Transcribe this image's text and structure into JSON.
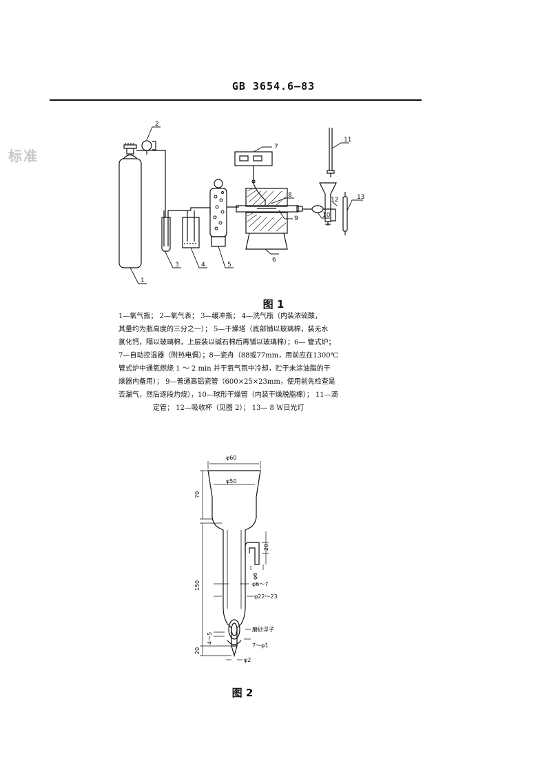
{
  "header": {
    "standard_no": "GB 3654.6—83"
  },
  "side_stamp": "标准",
  "figure1": {
    "caption": "图 1",
    "callouts": [
      "1",
      "2",
      "3",
      "4",
      "5",
      "6",
      "7",
      "8",
      "9",
      "10",
      "11",
      "12",
      "13"
    ],
    "legend_lines": [
      "1—氧气瓶； 2—氧气表； 3—缓冲瓶； 4—洗气瓶（内装浓硫酸，",
      "其量约为瓶高度的三分之一）； 5—干燥塔（底部铺以玻璃棉，装无水",
      "氯化钙，隔以玻璃棉，上层装以碱石棉后再铺以玻璃棉）；6— 管式炉；",
      "7—自动控温器（附热电偶）；8—瓷舟（88或77mm，用前应在1300℃",
      "管式炉中通氧燃烧 1 ～ 2 min 并于氧气氛中冷却，贮于未涂油脂的干",
      "燥器内备用）； 9—普通高铝瓷管（600×25×23mm，使用前先检查是",
      "否漏气，然后逐段灼烧），10—球形干燥管（内装干燥脱脂棉）； 11—滴"
    ],
    "legend_last": "定管； 12—吸收杯（见图 2）； 13— 8 W日光灯"
  },
  "figure2": {
    "caption": "图 2",
    "dims": {
      "top_dia": "φ60",
      "inner_dia": "φ50",
      "h70": "70",
      "h20_side": "20",
      "side_dia": "φ6",
      "dia_6_7": "φ6～7",
      "dia_22_23": "φ22～23",
      "h150": "150",
      "h4_5": "4～5",
      "float_label": "磨砂浮子",
      "dia_7_1": "7～φ1",
      "h20_bottom": "20",
      "tip_dia": "φ2"
    }
  }
}
